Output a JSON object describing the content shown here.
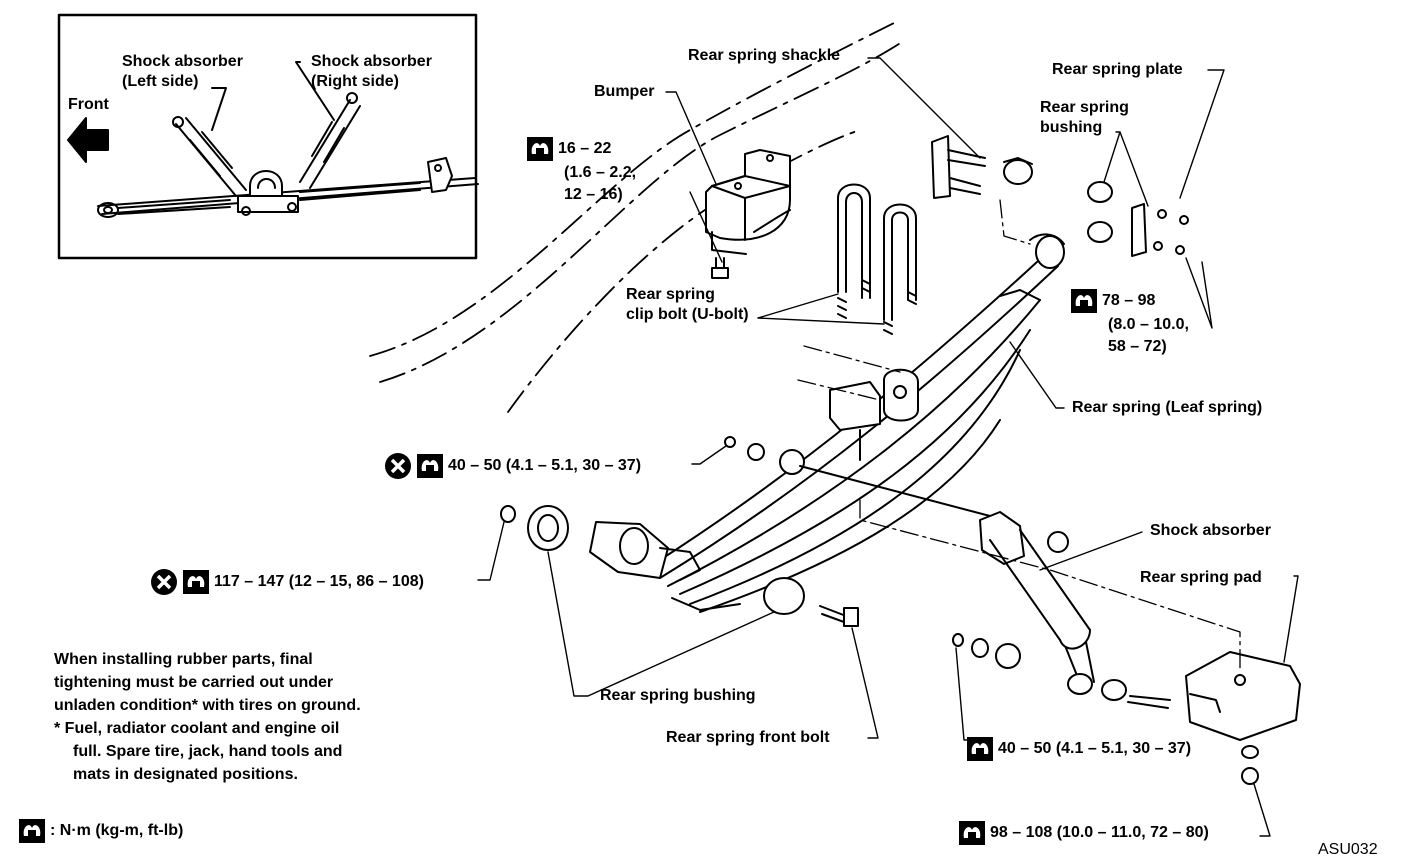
{
  "inset": {
    "front_label": "Front",
    "shock_left_line1": "Shock absorber",
    "shock_left_line2": "(Left side)",
    "shock_right_line1": "Shock absorber",
    "shock_right_line2": "(Right side)"
  },
  "labels": {
    "rear_spring_shackle": "Rear spring shackle",
    "rear_spring_plate": "Rear spring plate",
    "bumper": "Bumper",
    "rear_spring_bushing_top_line1": "Rear spring",
    "rear_spring_bushing_top_line2": "bushing",
    "clip_bolt_line1": "Rear spring",
    "clip_bolt_line2": "clip bolt (U-bolt)",
    "leaf_spring": "Rear spring (Leaf spring)",
    "shock_absorber": "Shock absorber",
    "rear_spring_pad": "Rear spring pad",
    "rear_spring_bushing": "Rear spring bushing",
    "rear_spring_front_bolt": "Rear spring front bolt"
  },
  "torques": {
    "bumper_line1": "16 – 22",
    "bumper_line2": "(1.6 – 2.2,",
    "bumper_line3": "12 – 16)",
    "plate_line1": "78 – 98",
    "plate_line2": "(8.0 – 10.0,",
    "plate_line3": "58 – 72)",
    "shock_upper": "40 – 50 (4.1 – 5.1, 30 – 37)",
    "front_bolt": "117 – 147 (12 – 15, 86 – 108)",
    "shock_lower": "40 – 50 (4.1 – 5.1, 30 – 37)",
    "pad_nut": "98 – 108 (10.0 – 11.0, 72 – 80)"
  },
  "notes": {
    "line1": "When installing rubber parts, final",
    "line2": "tightening must be carried out under",
    "line3": "unladen condition* with tires on ground.",
    "line4": "*  Fuel, radiator coolant and engine oil",
    "line5": "full.  Spare tire, jack, hand tools and",
    "line6": "mats in designated positions.",
    "legend": ": N·m (kg-m, ft-lb)"
  },
  "figure_code": "ASU032",
  "icons": [
    "wrench-torque-icon",
    "replace-x-icon",
    "front-arrow-icon"
  ]
}
